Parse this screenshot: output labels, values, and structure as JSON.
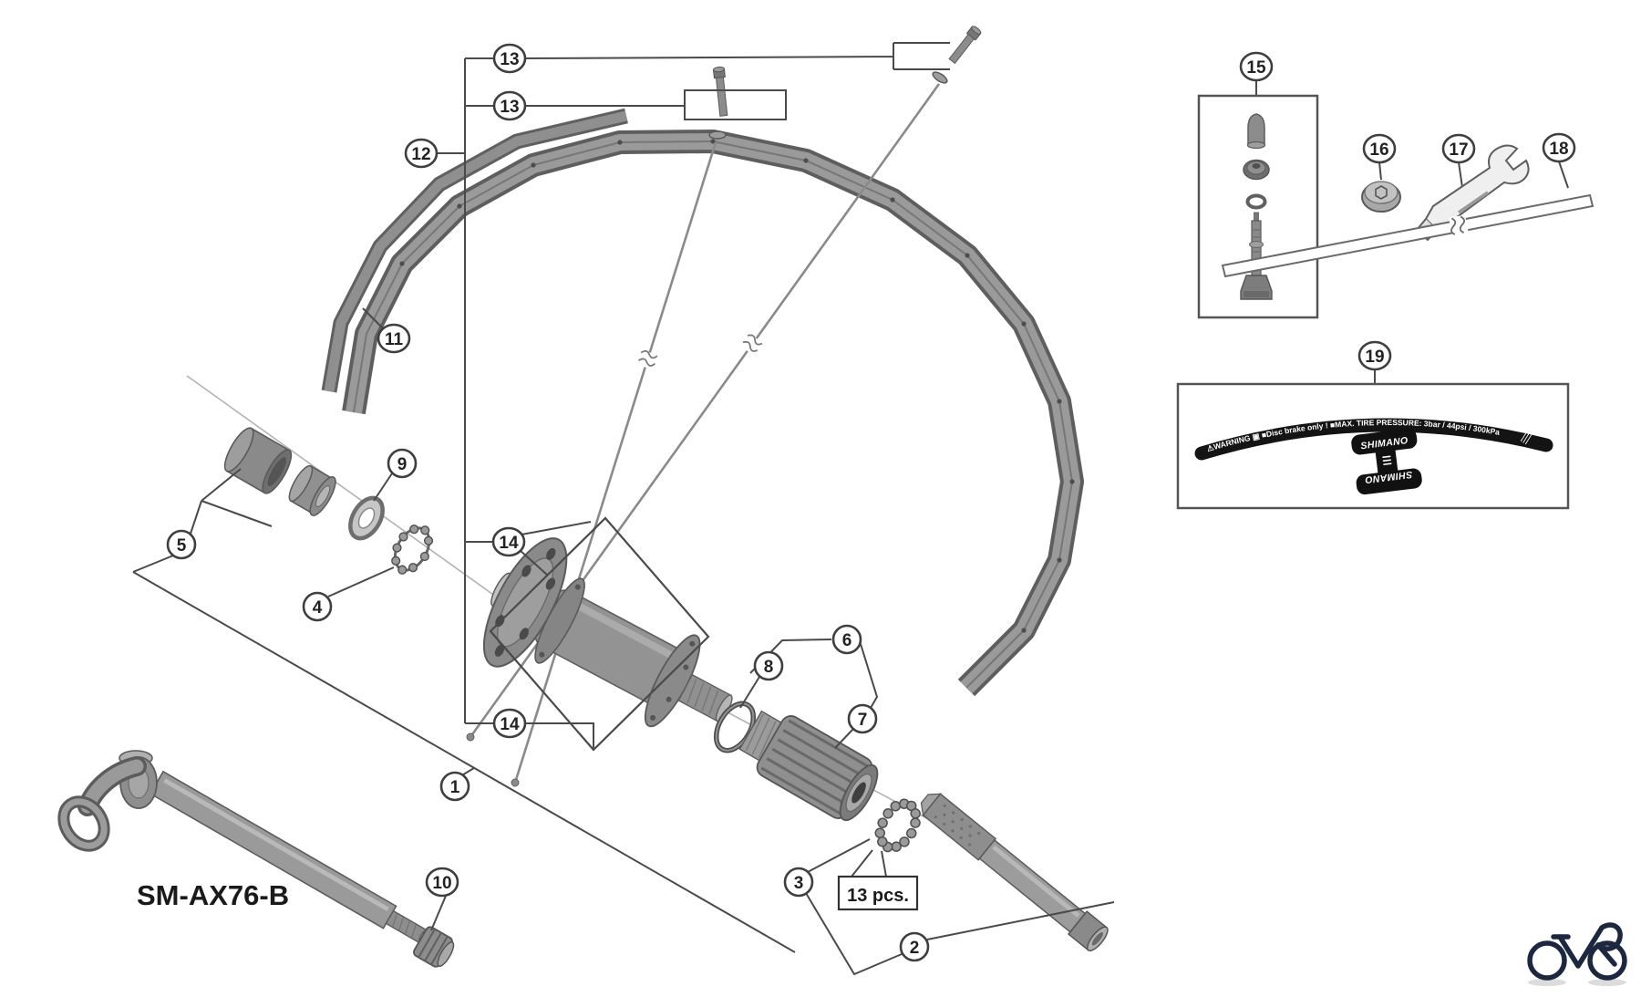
{
  "figure": {
    "type": "exploded-parts-diagram",
    "subject": "bicycle front disc wheel assembly"
  },
  "labels": {
    "model": "SM-AX76-B",
    "quantity": "13 pcs."
  },
  "callouts": {
    "c1": "1",
    "c2": "2",
    "c3": "3",
    "c4": "4",
    "c5": "5",
    "c6": "6",
    "c7": "7",
    "c8": "8",
    "c9": "9",
    "c10": "10",
    "c11": "11",
    "c12": "12",
    "c13": "13",
    "c14": "14",
    "c15": "15",
    "c16": "16",
    "c17": "17",
    "c18": "18",
    "c19": "19"
  },
  "sticker": {
    "band_text": "⚠WARNING ▣  ■Disc brake only !   ■MAX. TIRE PRESSURE: 3bar / 44psi / 300kPa",
    "brand": "SHIMANO"
  },
  "colors": {
    "line": "#4a4a4a",
    "metal_mid": "#9a9a9a",
    "metal_dark": "#5e5e5e",
    "sticker_bg": "#141414",
    "logo_navy": "#1c2740"
  }
}
